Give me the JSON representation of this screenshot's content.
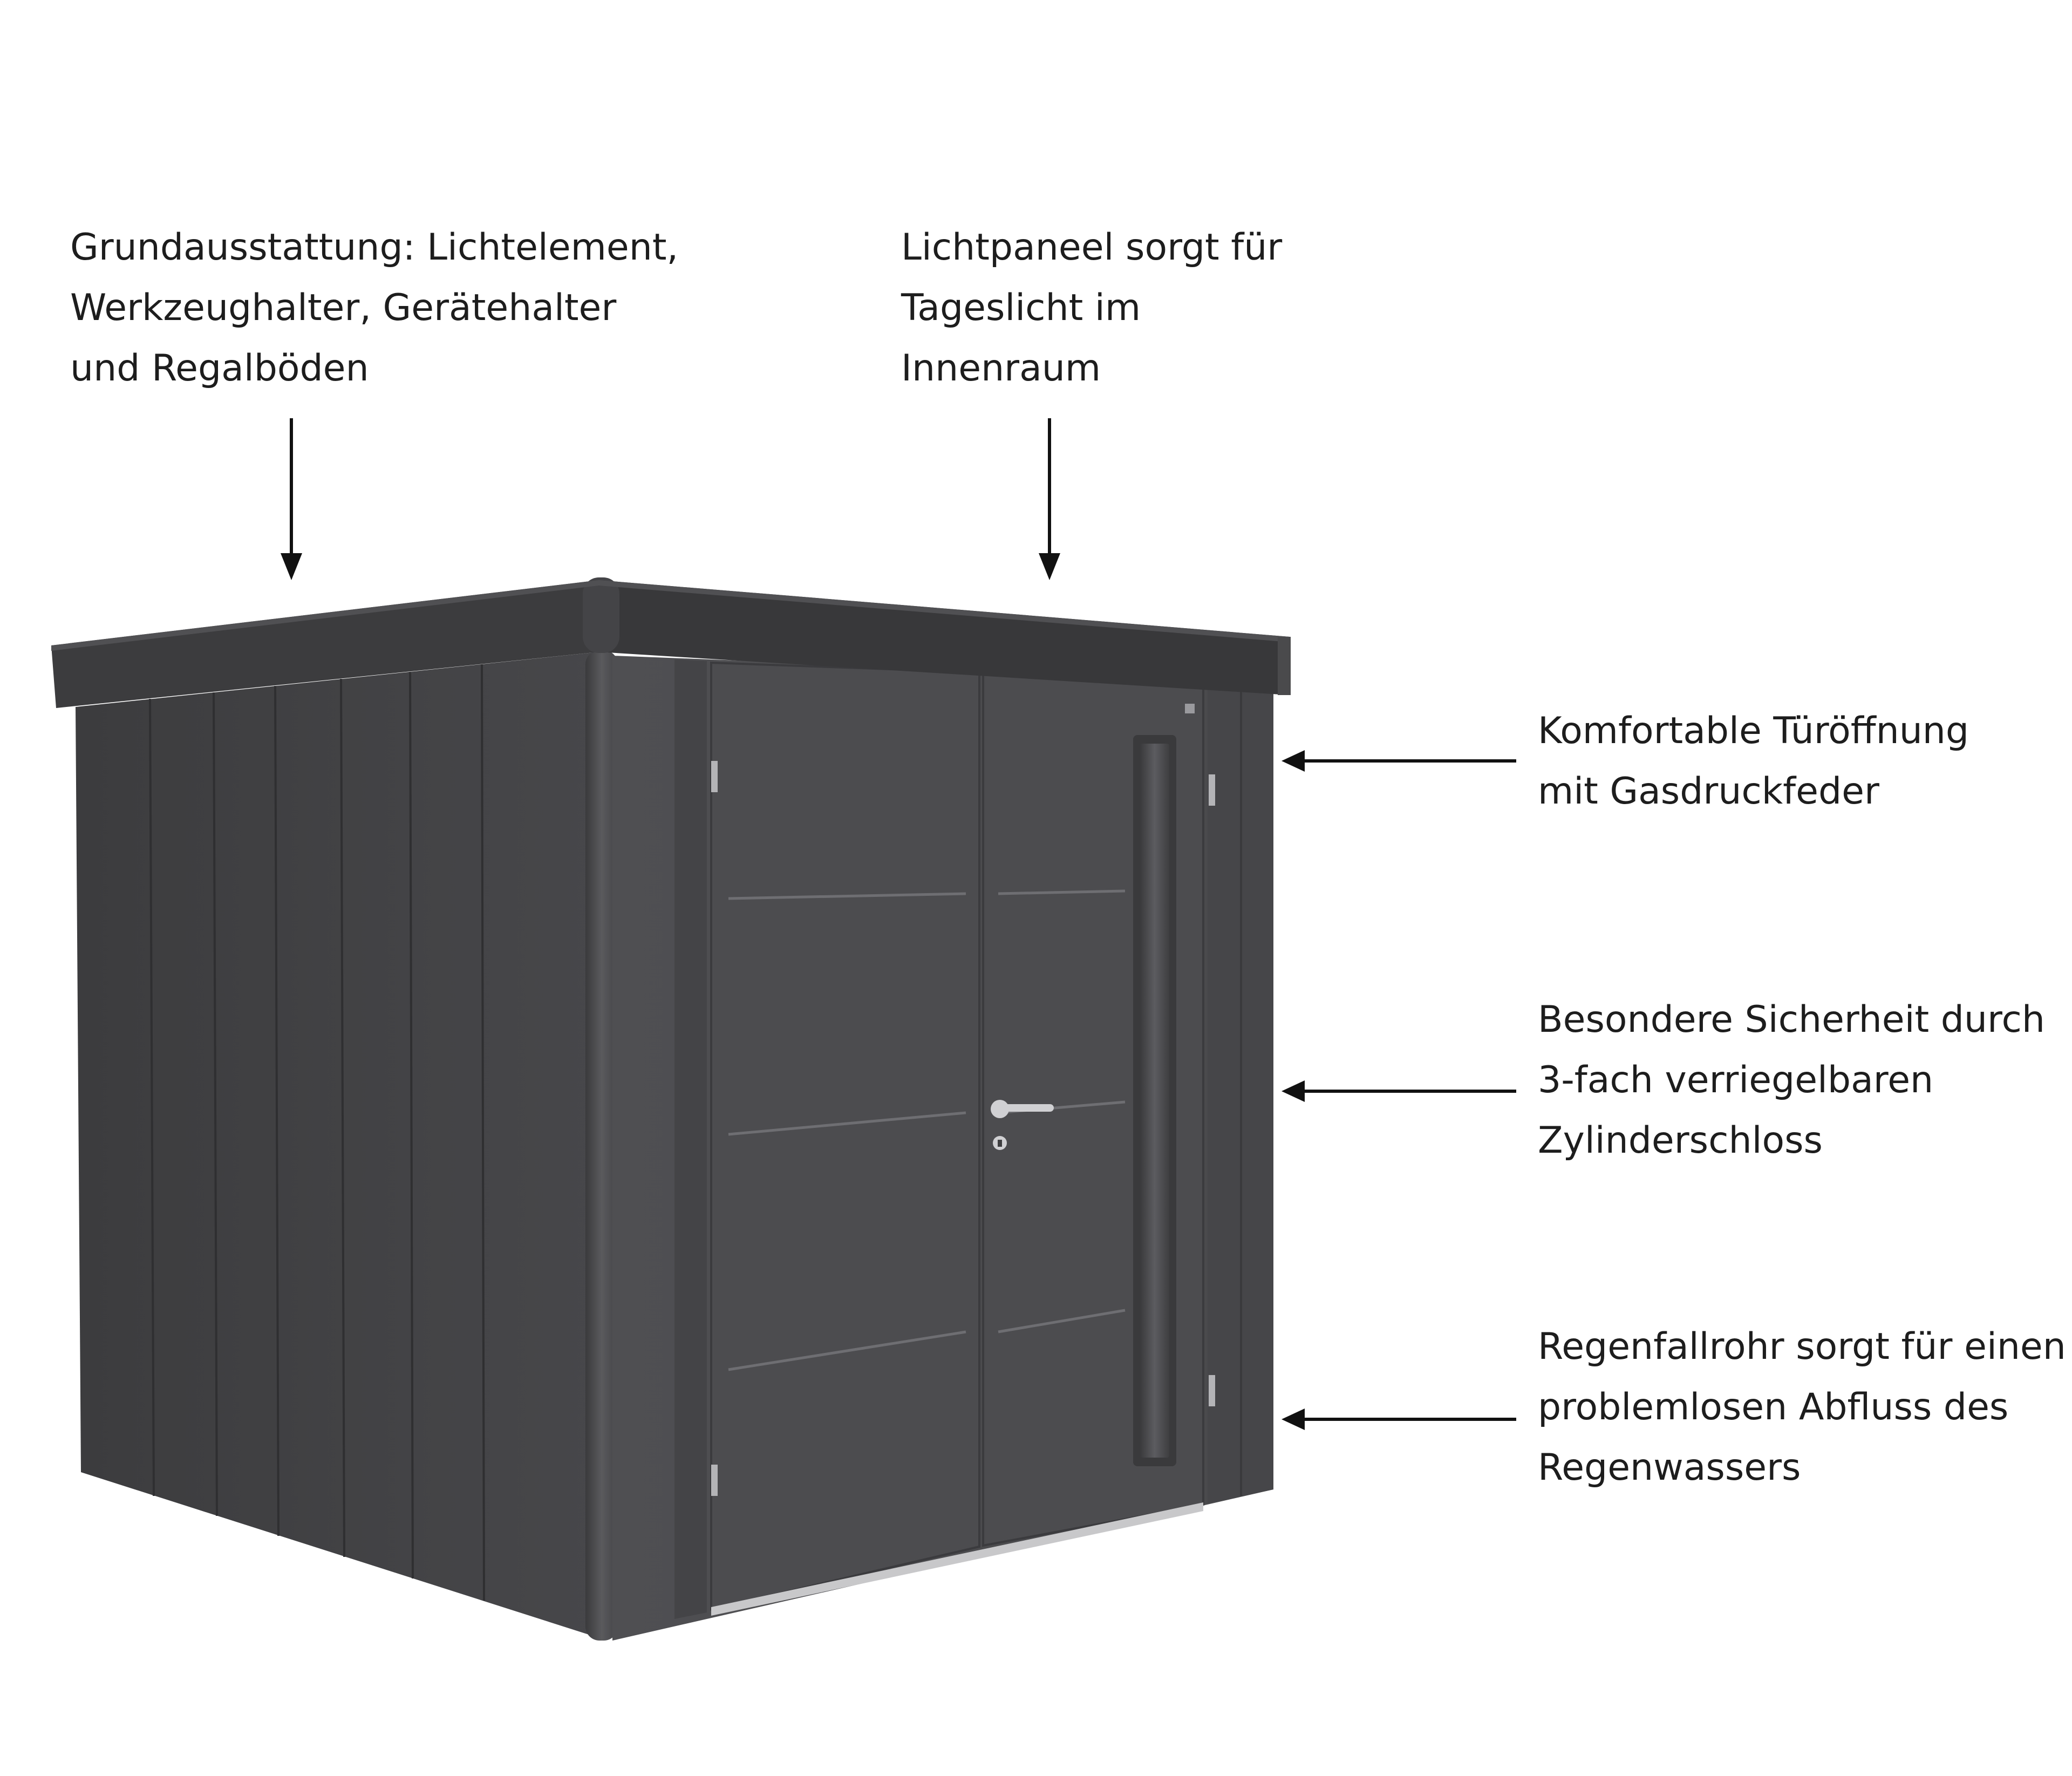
{
  "callouts": {
    "equipment": {
      "lines": [
        "Grundausstattung: Lichtelement,",
        "Werkzeughalter, Gerätehalter",
        "und Regalböden"
      ]
    },
    "light_panel": {
      "lines": [
        "Lichtpaneel sorgt für",
        "Tageslicht im",
        "Innenraum"
      ]
    },
    "door_opening": {
      "lines": [
        "Komfortable Türöffnung",
        "mit Gasdruckfeder"
      ]
    },
    "security": {
      "lines": [
        "Besondere Sicherheit durch",
        "3-fach verriegelbaren",
        "Zylinderschloss"
      ]
    },
    "downpipe": {
      "lines": [
        "Regenfallrohr sorgt für einen",
        "problemlosen Abfluss des",
        "Regenwassers"
      ]
    }
  },
  "colors": {
    "text": "#1d1d1d",
    "arrow": "#111111",
    "shed_front": "#4b4b4d",
    "shed_side": "#414143",
    "roof": "#3c3c3e",
    "accent_metal": "#c8c8ca"
  },
  "icons": {
    "arrow": "arrow-icon",
    "handle": "door-handle-icon",
    "lock": "cylinder-lock-icon"
  }
}
